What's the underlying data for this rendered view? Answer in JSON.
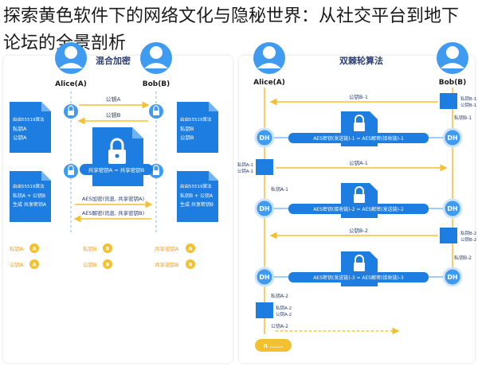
{
  "title": "探索黄色软件下的网络文化与隐秘世界：从社交平台到地下论坛的全景剖析",
  "left_panel": {
    "title": "混合加密",
    "alice": "Alice(A)",
    "bob": "Bob(B)",
    "pubkey_a": "公钥A",
    "pubkey_b": "公钥B",
    "doc_a1": [
      "由由55519算法",
      "私钥A",
      "公钥A"
    ],
    "doc_b1": [
      "由由55519算法",
      "私钥B",
      "公钥B"
    ],
    "doc_a2": [
      "由由55519算法",
      "私钥A + 公钥B",
      "生成 共享密钥A"
    ],
    "doc_b2": [
      "由由55519算法",
      "私钥B + 公钥A",
      "生成 共享密钥B"
    ],
    "shared_eq": "共享密钥A = 共享密钥B",
    "aes_enc": "AES加密(讯息, 共享密钥A)",
    "aes_dec": "AES解密(讯息, 共享密钥B)",
    "legend": [
      {
        "label": "私钥A",
        "badge": "A"
      },
      {
        "label": "公钥A",
        "badge": "A"
      },
      {
        "label": "私钥B",
        "badge": "B"
      },
      {
        "label": "公钥B",
        "badge": "B"
      },
      {
        "label": "共享密钥A",
        "badge": "A"
      },
      {
        "label": "共享密钥B",
        "badge": "B"
      }
    ]
  },
  "right_panel": {
    "title": "双棘轮算法",
    "alice": "Alice(A)",
    "bob": "Bob(B)",
    "dh": "DH",
    "pub_b1": "公钥B-1",
    "priv_b1": "私钥B-1",
    "pub_a1": "公钥A-1",
    "priv_a1": "私钥A-1",
    "pub_b2": "公钥B-2",
    "priv_b2": "私钥B-2",
    "pub_a2": "公钥A-2",
    "priv_a2": "私钥A-2",
    "aes1": "AES密钥(发送链)-1 = AES解密(接收链)-1",
    "aes2": "AES密钥(接收链)-2 = AES解密(发送链)-2",
    "aes3": "AES密钥(发送链)-3 = AES解密(接收链)-3",
    "tag_b1": [
      "私钥B-1",
      "公钥B-1"
    ],
    "tag_a1": [
      "私钥A-1",
      "公钥A-1"
    ],
    "tag_b2": [
      "私钥B-2",
      "公钥B-2"
    ],
    "tag_a2": [
      "私钥A-2",
      "公钥A-2"
    ],
    "ellipsis": "n ......"
  },
  "colors": {
    "blue": "#1e7de0",
    "light_blue": "#3f9bf0",
    "yellow": "#f3c130",
    "text_dark": "#1a1a1a"
  }
}
